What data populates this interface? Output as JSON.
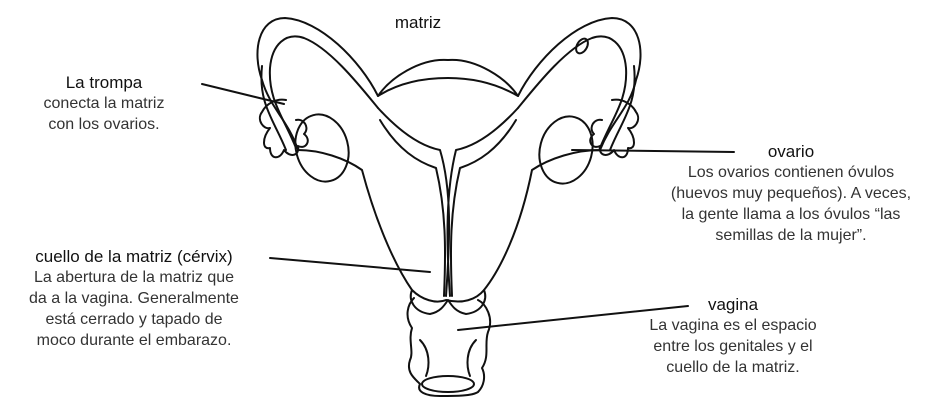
{
  "labels": {
    "matriz": {
      "title": "matriz"
    },
    "trompa": {
      "title": "La trompa",
      "desc": [
        "conecta la matriz",
        "con los ovarios."
      ]
    },
    "ovario": {
      "title": "ovario",
      "desc": [
        "Los ovarios contienen óvulos",
        "(huevos muy pequeños). A veces,",
        "la gente llama a los óvulos “las",
        "semillas de la mujer”."
      ]
    },
    "cervix": {
      "title": "cuello de la matriz (cérvix)",
      "desc": [
        "La abertura de la matriz que",
        "da a la vagina. Generalmente",
        "está cerrado y tapado de",
        "moco durante el embarazo."
      ]
    },
    "vagina": {
      "title": "vagina",
      "desc": [
        "La vagina es el espacio",
        "entre los genitales y el",
        "cuello de la matriz."
      ]
    }
  },
  "colors": {
    "line": "#111111",
    "text": "#222222"
  }
}
